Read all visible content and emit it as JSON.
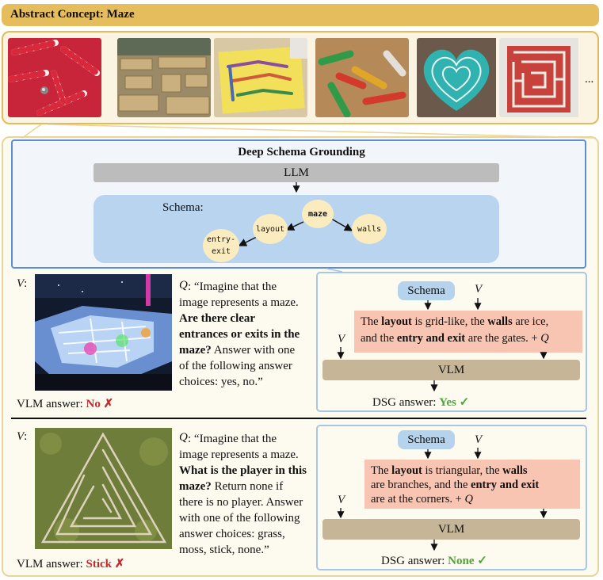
{
  "header": {
    "title": "Abstract Concept: Maze"
  },
  "gallery": {
    "thumbnails": [
      "candy-cane-maze",
      "hay-bale-maze",
      "craft-marble-maze",
      "paper-tube-maze",
      "heart-bead-maze",
      "knitted-maze"
    ],
    "more": "..."
  },
  "dsg": {
    "title": "Deep Schema Grounding",
    "llm": "LLM",
    "schema_label": "Schema:",
    "nodes": {
      "maze": "maze",
      "layout": "layout",
      "walls": "walls",
      "entry_exit": "entry-\nexit"
    }
  },
  "example1": {
    "v_label": "V",
    "colon": ":",
    "q_label": "Q",
    "q_lines": [
      [
        {
          "t": ": “Imagine that the"
        }
      ],
      [
        {
          "t": "image represents a maze."
        }
      ],
      [
        {
          "t": "Are there clear",
          "b": true
        }
      ],
      [
        {
          "t": "entrances or exits in the",
          "b": true
        }
      ],
      [
        {
          "t": "maze?",
          "b": true
        },
        {
          "t": " Answer with one"
        }
      ],
      [
        {
          "t": "of the following answer"
        }
      ],
      [
        {
          "t": "choices: yes, no.”"
        }
      ]
    ],
    "vlm_answer_label": "VLM answer:",
    "vlm_answer": "No ✗",
    "schema_pill": "Schema",
    "v_input": "V",
    "grounded_lines": [
      [
        {
          "t": "The "
        },
        {
          "t": "layout",
          "b": true
        },
        {
          "t": " is grid-like, the "
        },
        {
          "t": "walls",
          "b": true
        },
        {
          "t": " are ice,"
        }
      ],
      [
        {
          "t": "and the "
        },
        {
          "t": "entry and exit",
          "b": true
        },
        {
          "t": " are the gates.  +  "
        },
        {
          "t": "Q",
          "i": true
        }
      ]
    ],
    "v_side": "V",
    "vlm": "VLM",
    "dsg_answer_label": "DSG answer:",
    "dsg_answer": "Yes ✓"
  },
  "example2": {
    "v_label": "V",
    "colon": ":",
    "q_label": "Q",
    "q_lines": [
      [
        {
          "t": ": “Imagine that the"
        }
      ],
      [
        {
          "t": "image represents a maze."
        }
      ],
      [
        {
          "t": "What is the player in this",
          "b": true
        }
      ],
      [
        {
          "t": "maze?",
          "b": true
        },
        {
          "t": " Return none if"
        }
      ],
      [
        {
          "t": "there is no player. Answer"
        }
      ],
      [
        {
          "t": "with one of the following"
        }
      ],
      [
        {
          "t": "answer choices: grass,"
        }
      ],
      [
        {
          "t": "moss, stick, none.”"
        }
      ]
    ],
    "vlm_answer_label": "VLM answer:",
    "vlm_answer": "Stick ✗",
    "schema_pill": "Schema",
    "v_input": "V",
    "grounded_lines": [
      [
        {
          "t": "The "
        },
        {
          "t": "layout",
          "b": true
        },
        {
          "t": " is triangular, the "
        },
        {
          "t": "walls",
          "b": true
        }
      ],
      [
        {
          "t": "are branches, and the "
        },
        {
          "t": "entry and exit",
          "b": true
        }
      ],
      [
        {
          "t": "are at the corners.  +  "
        },
        {
          "t": "Q",
          "i": true
        }
      ]
    ],
    "v_side": "V",
    "vlm": "VLM",
    "dsg_answer_label": "DSG answer:",
    "dsg_answer": "None ✓"
  },
  "colors": {
    "header": "#e6bd5c",
    "schema_area": "#b9d4ee",
    "node": "#fbecc0",
    "grounded": "#f9c5b3",
    "vlm": "#c6b697",
    "wrong": "#c72a2a",
    "right": "#4fa43a"
  }
}
